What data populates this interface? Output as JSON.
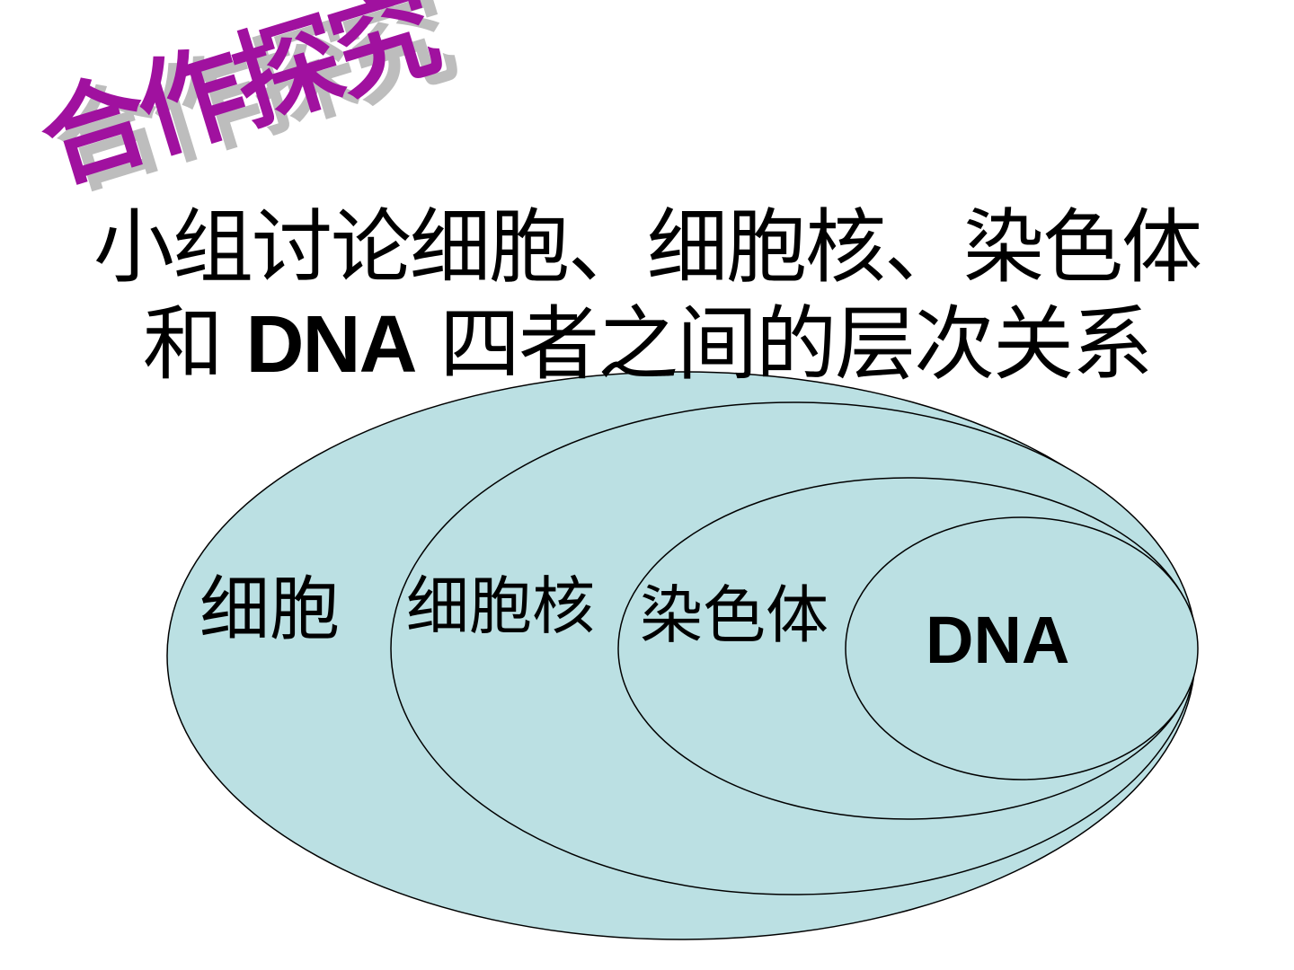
{
  "stamp": {
    "text": "合作探究",
    "color": "#a0119f",
    "shadow_color": "#bdbdbd"
  },
  "question": {
    "line1": "小组讨论细胞、细胞核、染色体",
    "line2_prefix": "和 ",
    "line2_term": "DNA",
    "line2_suffix": " 四者之间的层次关系"
  },
  "diagram": {
    "fill_color": "#bbe0e3",
    "stroke_color": "#000000",
    "levels": [
      {
        "label": "细胞"
      },
      {
        "label": "细胞核"
      },
      {
        "label": "染色体"
      },
      {
        "label": "DNA"
      }
    ]
  }
}
